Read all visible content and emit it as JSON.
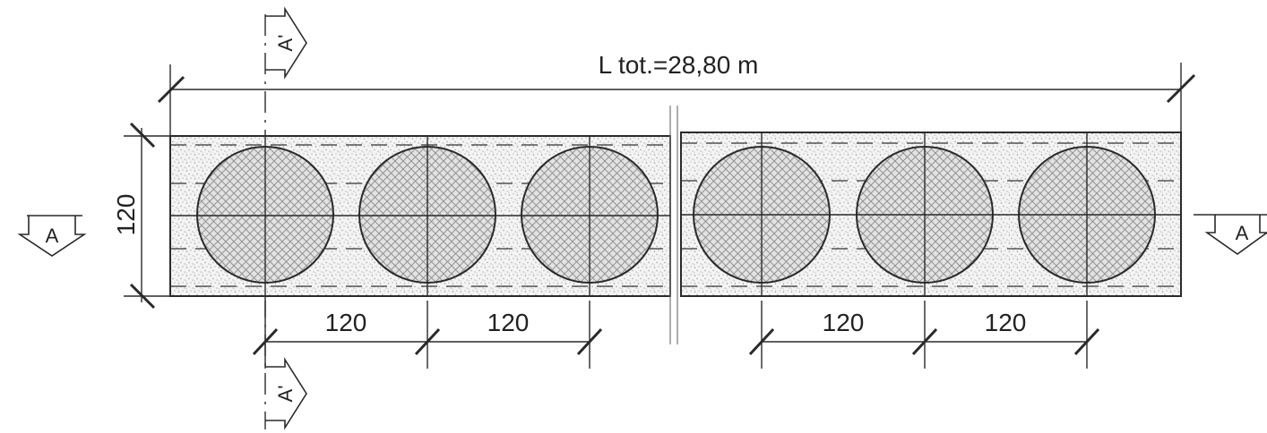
{
  "drawing": {
    "total_length_label": "L tot.=28,80 m",
    "height_label": "120",
    "spacing_labels": [
      "120",
      "120",
      "120",
      "120"
    ],
    "section_a_label": "A",
    "section_a_prime_label": "A'",
    "void_count": 6,
    "colors": {
      "line": "#2a2a2a",
      "concrete_fill": "#f4f4f4",
      "speckle": "#9a9a9a",
      "void_fill": "#e2e2e2",
      "hatch": "#8a8a8a"
    }
  }
}
